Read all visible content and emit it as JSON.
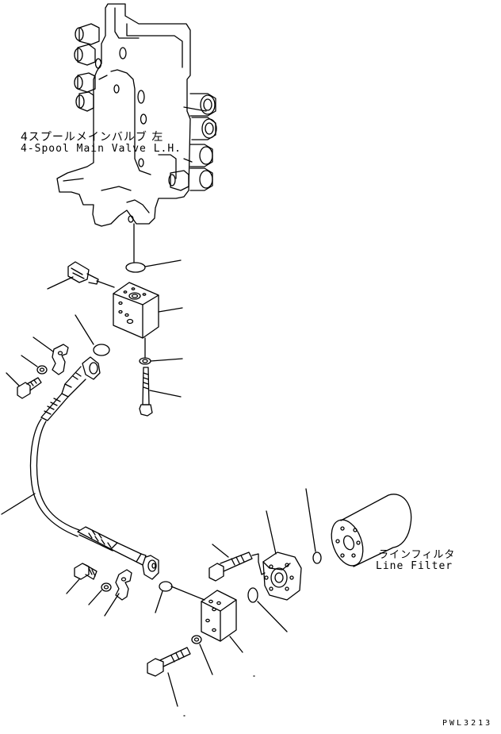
{
  "labels": {
    "main_valve_jp": "4スプールメインバルブ 左",
    "main_valve_en": "4-Spool Main Valve L.H.",
    "line_filter_jp": "ラインフィルタ",
    "line_filter_en": "Line Filter",
    "drawing_number": "PWL3213"
  },
  "colors": {
    "line": "#000000",
    "background": "#ffffff"
  }
}
